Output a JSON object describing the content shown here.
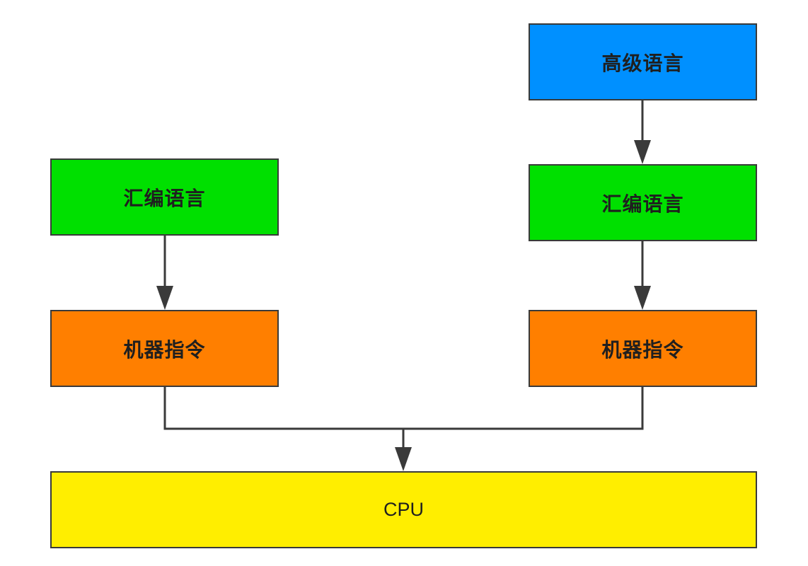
{
  "nodes": {
    "high_level_language": {
      "label": "高级语言"
    },
    "assembly_right": {
      "label": "汇编语言"
    },
    "assembly_left": {
      "label": "汇编语言"
    },
    "machine_code_left": {
      "label": "机器指令"
    },
    "machine_code_right": {
      "label": "机器指令"
    },
    "cpu": {
      "label": "CPU"
    }
  },
  "colors": {
    "high_level": "#0090ff",
    "assembly": "#00e000",
    "machine_code": "#ff7f00",
    "cpu": "#ffee00",
    "edge": "#3a3a3a",
    "border": "#3a3a3a"
  }
}
